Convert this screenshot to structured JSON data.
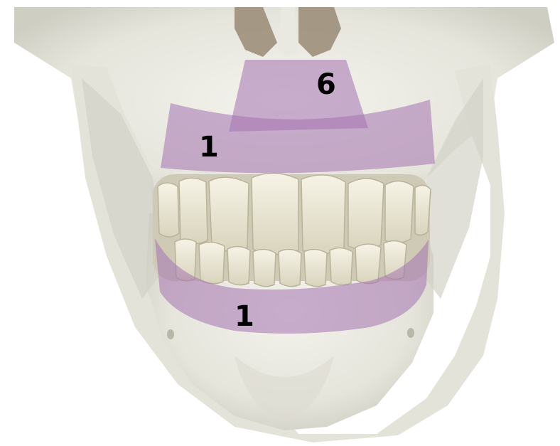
{
  "image": {
    "subject": "skull-front-view",
    "colors": {
      "background": "#ffffff",
      "bone": "#e9e8e1",
      "bone_shadow": "#c9c8bd",
      "teeth": "#ece8d6",
      "overlay": "#a472b0"
    }
  },
  "zones": [
    {
      "id": "upper-lip-zone",
      "label": "6"
    },
    {
      "id": "upper-jaw-zone",
      "label": "1"
    },
    {
      "id": "lower-jaw-zone",
      "label": "1"
    }
  ]
}
